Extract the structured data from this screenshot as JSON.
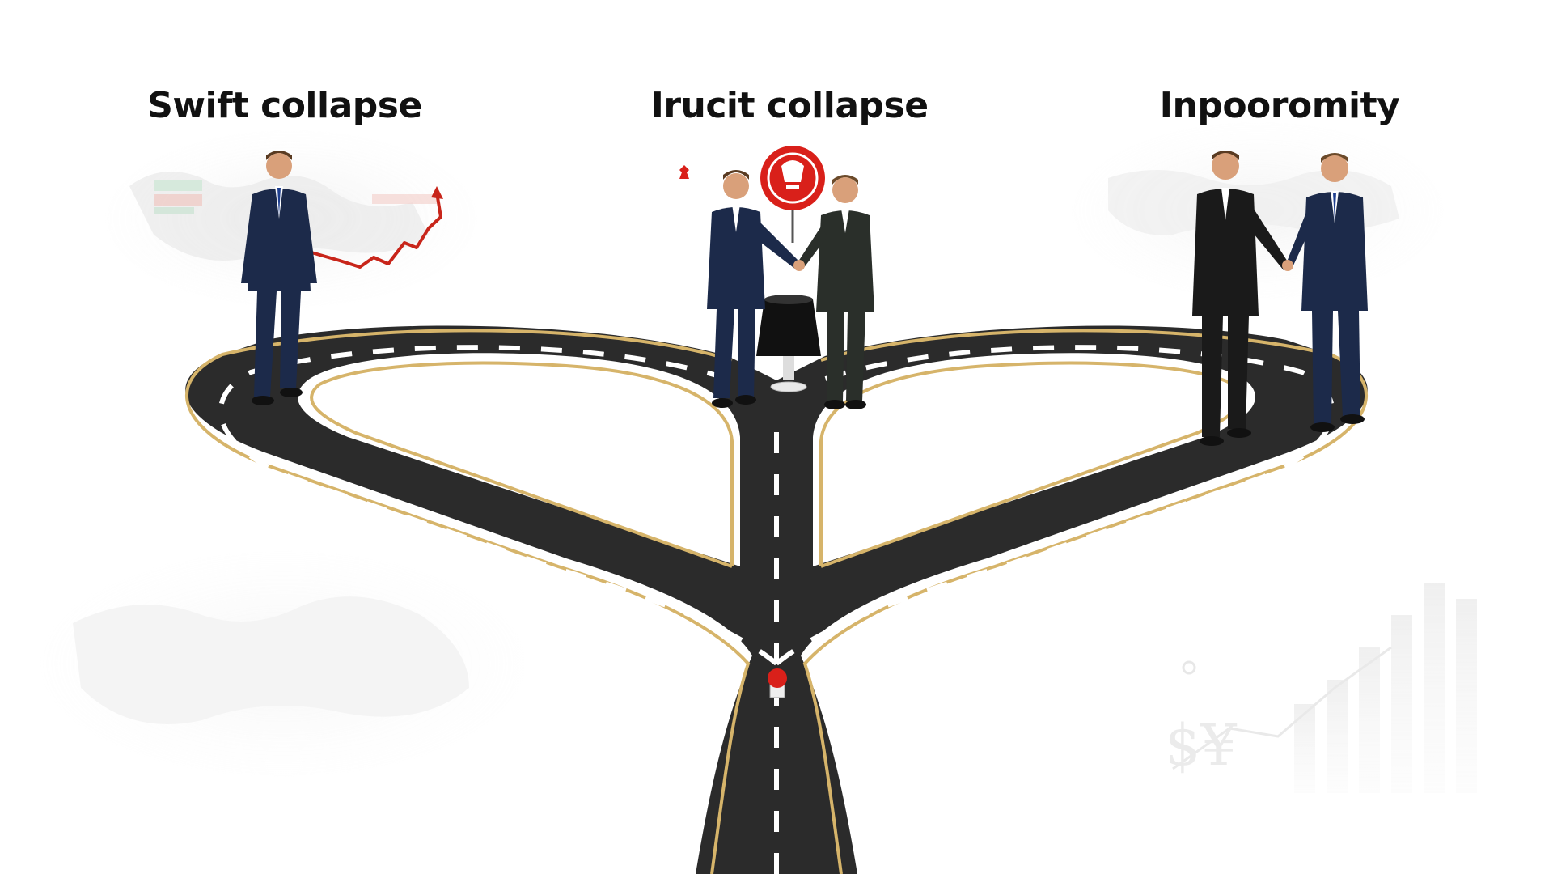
{
  "labels": {
    "left": "Swift collapse",
    "center": "Irucit collapse",
    "right": "Inpooromity"
  },
  "background_glyphs": {
    "currency": "$¥"
  },
  "colors": {
    "background": "#ffffff",
    "road": "#2b2b2b",
    "road_edge": "#d6b46a",
    "lane_marking": "#ffffff",
    "accent_red": "#d9201a",
    "suit_navy": "#1c2a4a",
    "suit_black": "#1a1a1a",
    "suit_dark_green": "#2a2f2a"
  }
}
